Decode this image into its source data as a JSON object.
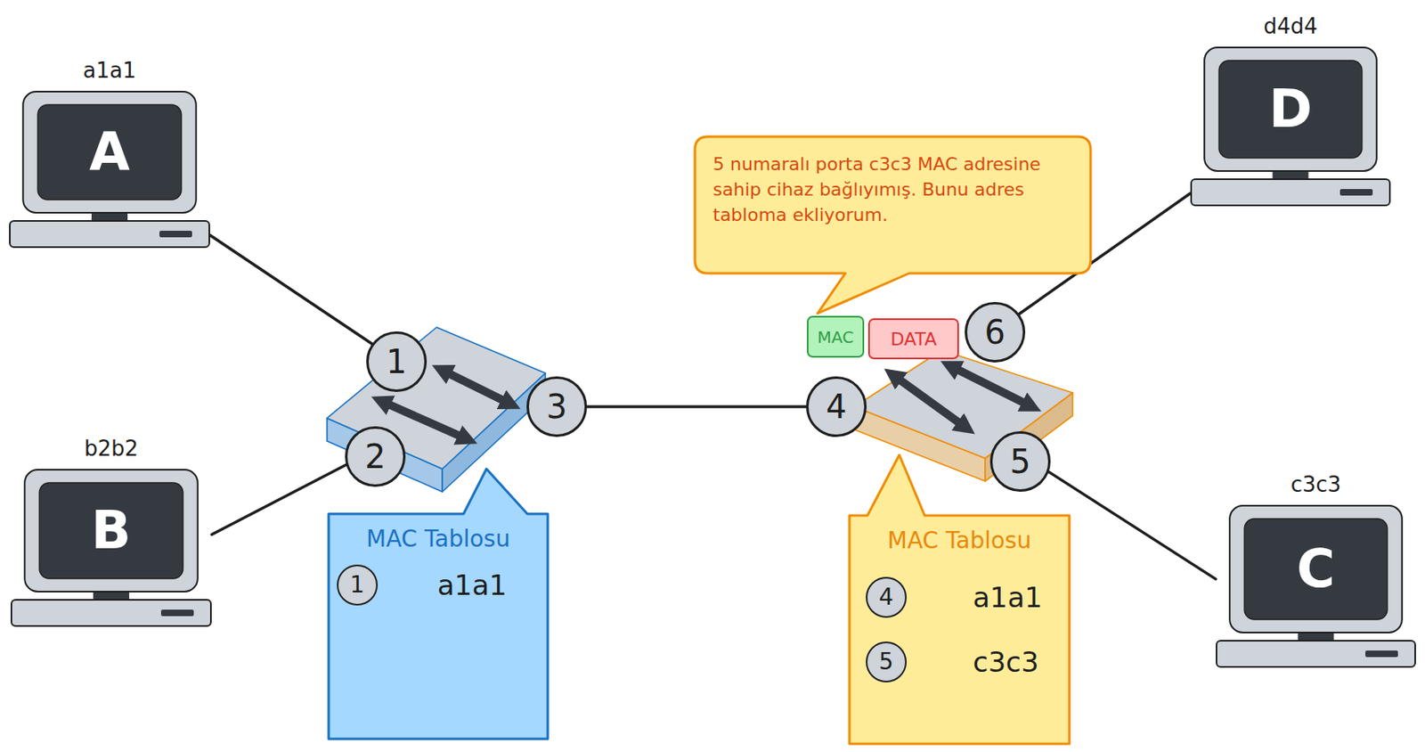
{
  "diagram": {
    "nodes": [
      {
        "text": [
          "a1a1",
          "A"
        ]
      },
      {
        "text": [
          "d4d4",
          "D"
        ]
      },
      {
        "text": [
          "5 numaralı porta c3c3 MAC adresine sahip cihaz bağlıyımış. Bunu adres tabloma ekliyorum."
        ]
      },
      {
        "text": [
          "MAC"
        ]
      },
      {
        "text": [
          "DATA"
        ]
      },
      {
        "text": [
          "6"
        ]
      },
      {
        "text": [
          "1"
        ]
      },
      {
        "text": [
          "3"
        ]
      },
      {
        "text": [
          "4"
        ]
      },
      {
        "text": [
          "2"
        ]
      },
      {
        "text": [
          "b2b2",
          "B"
        ]
      },
      {
        "text": [
          "5"
        ]
      },
      {
        "text": [
          "c3c3",
          "C"
        ]
      },
      {
        "text": [
          "MAC Tablosu"
        ]
      },
      {
        "text": [
          "1"
        ],
        "in": 13
      },
      {
        "text": [
          "MAC Tablosu"
        ]
      },
      {
        "text": [
          "4"
        ],
        "in": 15
      },
      {
        "text": [
          "5"
        ],
        "in": 15
      }
    ],
    "edges": [
      {
        "from": 0,
        "to": 6,
        "arrow": "none"
      },
      {
        "from": 10,
        "to": 9,
        "arrow": "none"
      },
      {
        "from": 7,
        "to": 8,
        "arrow": "none"
      },
      {
        "from": 5,
        "to": 1,
        "arrow": "none"
      },
      {
        "from": 11,
        "to": 12,
        "arrow": "none"
      }
    ],
    "labels": [
      "a1a1",
      "a1a1",
      "c3c3"
    ]
  }
}
